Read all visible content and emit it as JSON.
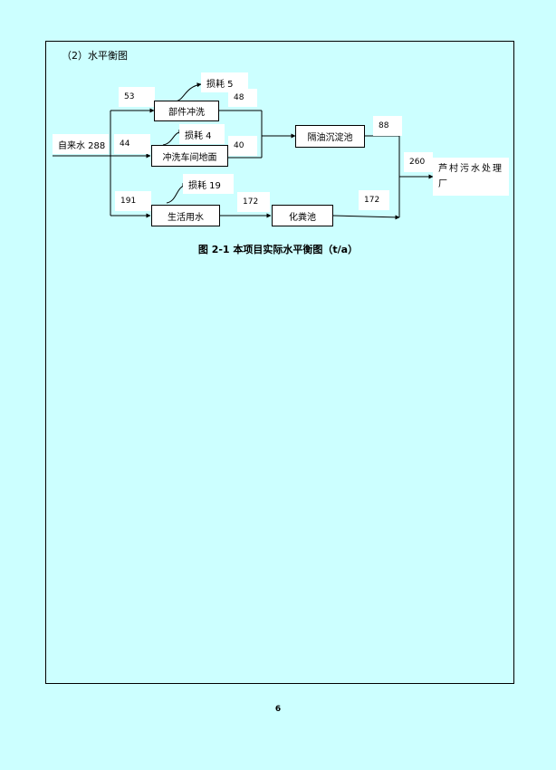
{
  "section_title": "（2）水平衡图",
  "source": "自来水 288",
  "nodes": {
    "parts_washing": "部件冲洗",
    "workshop_floor": "冲洗车间地面",
    "domestic_water": "生活用水",
    "oil_separator": "隔油沉淀池",
    "septic_tank": "化粪池",
    "wwtp": "芦村污水处理厂"
  },
  "losses": {
    "parts_washing": "损耗 5",
    "workshop_floor": "损耗 4",
    "domestic_water": "损耗 19"
  },
  "flows": {
    "to_parts_washing": "53",
    "parts_washing_out": "48",
    "to_workshop_floor": "44",
    "workshop_floor_out": "40",
    "oil_separator_out": "88",
    "to_domestic_water": "191",
    "domestic_water_out": "172",
    "septic_tank_out": "172",
    "total_to_wwtp": "260"
  },
  "caption": "图 2-1 本项目实际水平衡图（t/a）",
  "page_number": "6"
}
